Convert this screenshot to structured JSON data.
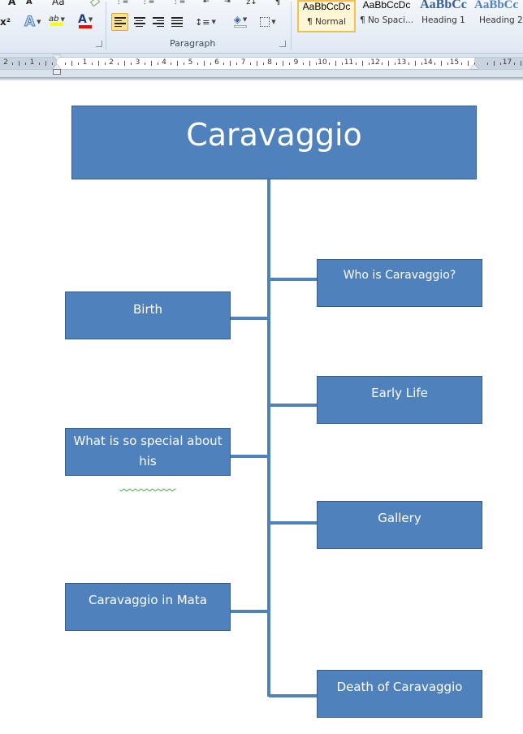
{
  "ribbon": {
    "font_group": {
      "buttons": [
        "A",
        "A",
        "Aa",
        "x²",
        "A",
        "ab",
        "A"
      ]
    },
    "paragraph_group": {
      "label": "Paragraph"
    },
    "styles": [
      {
        "sample": "AaBbCcDc",
        "name": "¶ Normal",
        "selected": true
      },
      {
        "sample": "AaBbCcDc",
        "name": "¶ No Spaci...",
        "selected": false
      },
      {
        "sample": "AaBbCc",
        "name": "Heading 1",
        "selected": false
      },
      {
        "sample": "AaBbCc",
        "name": "Heading 2",
        "selected": false
      }
    ],
    "colors": {
      "highlight": "#ffff00",
      "font_color": "#ff0000"
    }
  },
  "ruler": {
    "labels": [
      "2",
      "1",
      "1",
      "2",
      "3",
      "4",
      "5",
      "6",
      "7",
      "8",
      "9",
      "10",
      "11",
      "12",
      "13",
      "14",
      "15",
      "17"
    ]
  },
  "diagram": {
    "title": "Caravaggio",
    "left_topics": [
      "Birth",
      "What is so special about his paintings",
      "Caravaggio in Mata"
    ],
    "right_topics": [
      "Who is Caravaggio?",
      "Early Life",
      "Gallery",
      "Death of Caravaggio"
    ],
    "colors": {
      "box_fill": "#4f81bd",
      "box_border": "#385d8a",
      "text": "#ffffff"
    }
  }
}
